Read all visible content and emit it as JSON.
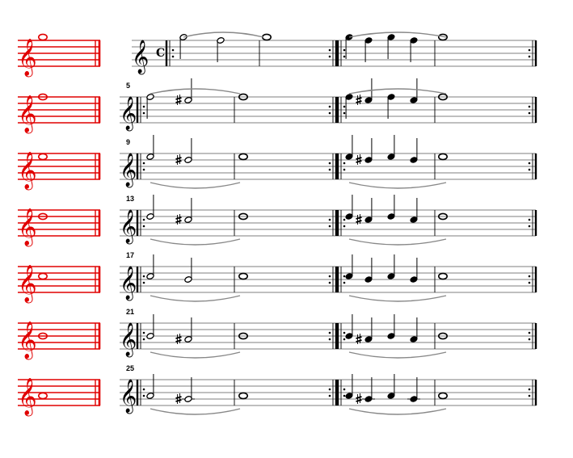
{
  "score": {
    "time_signature": "C",
    "reference_color": "#e00000",
    "ink_color": "#000000",
    "slur_color": "#888888",
    "staff_line_color": "#555555",
    "systems": [
      {
        "measure_number": "",
        "reference_note": "C5",
        "slur": "above",
        "half_notes": [
          "C5",
          "B4"
        ],
        "whole_note": "C5",
        "quarter_notes": [
          "C5",
          "B4",
          "C5",
          "B4"
        ],
        "final_note": "C5"
      },
      {
        "measure_number": "5",
        "reference_note": "B4",
        "slur": "above",
        "half_notes": [
          "B4",
          "A#4"
        ],
        "whole_note": "B4",
        "quarter_notes": [
          "B4",
          "A#4",
          "B4",
          "A4"
        ],
        "final_note": "B4"
      },
      {
        "measure_number": "9",
        "reference_note": "A4",
        "slur": "below",
        "half_notes": [
          "A4",
          "G#4"
        ],
        "whole_note": "A4",
        "quarter_notes": [
          "A4",
          "G#4",
          "A4",
          "G4"
        ],
        "final_note": "A4"
      },
      {
        "measure_number": "13",
        "reference_note": "G4",
        "slur": "below",
        "half_notes": [
          "G4",
          "F#4"
        ],
        "whole_note": "G4",
        "quarter_notes": [
          "G4",
          "F#4",
          "G4",
          "F4"
        ],
        "final_note": "G4"
      },
      {
        "measure_number": "17",
        "reference_note": "F4",
        "slur": "below",
        "half_notes": [
          "F4",
          "E4"
        ],
        "whole_note": "F4",
        "quarter_notes": [
          "F4",
          "E4",
          "F4",
          "E4"
        ],
        "final_note": "F4"
      },
      {
        "measure_number": "21",
        "reference_note": "E4",
        "slur": "below",
        "half_notes": [
          "E4",
          "D#4"
        ],
        "whole_note": "E4",
        "quarter_notes": [
          "E4",
          "D#4",
          "E4",
          "D4"
        ],
        "final_note": "E4"
      },
      {
        "measure_number": "25",
        "reference_note": "D4",
        "slur": "below",
        "half_notes": [
          "D4",
          "C#4"
        ],
        "whole_note": "D4",
        "quarter_notes": [
          "D4",
          "C#4",
          "D4",
          "C4"
        ],
        "final_note": "D4"
      }
    ]
  }
}
